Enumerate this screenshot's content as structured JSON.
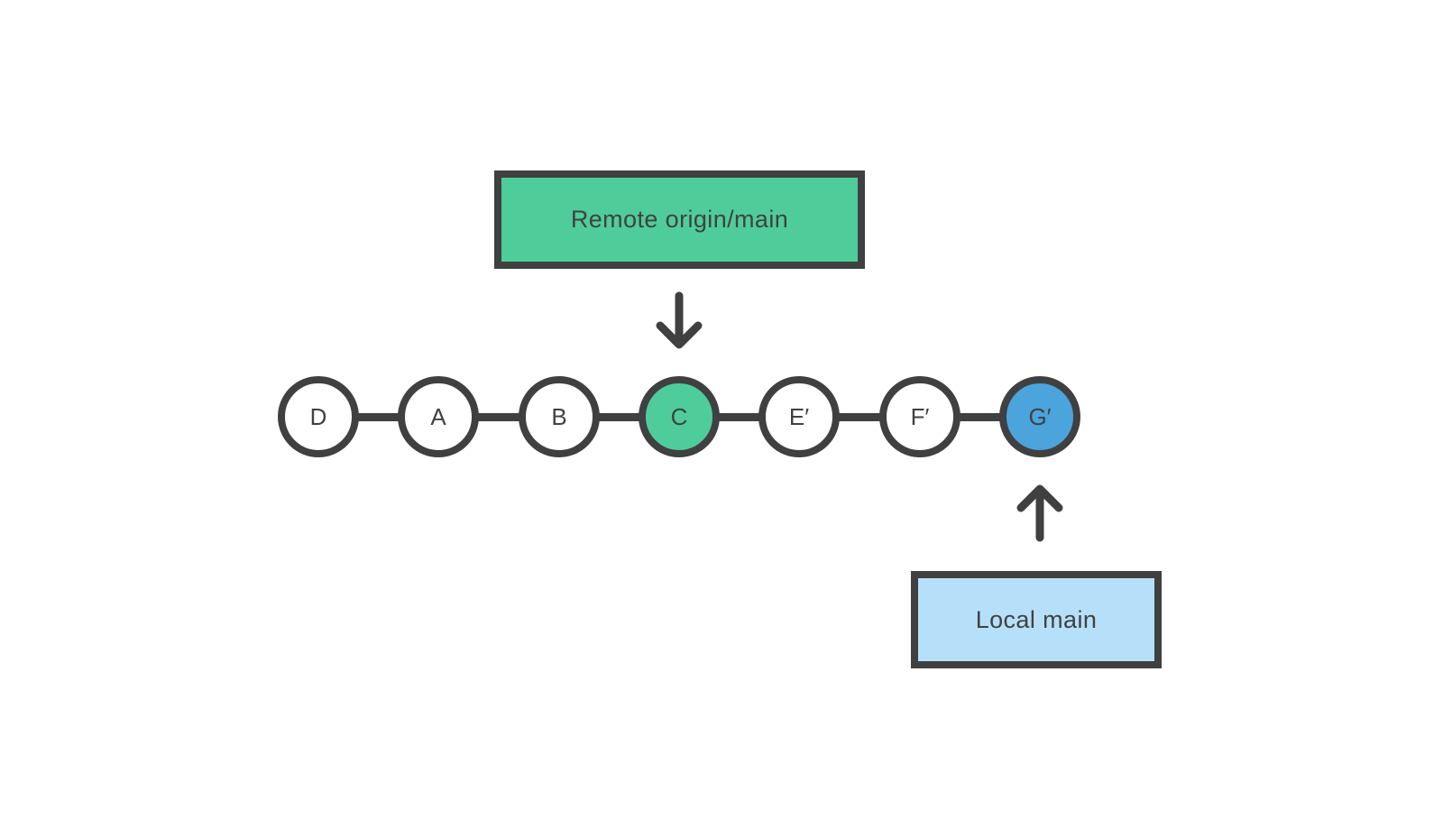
{
  "diagram": {
    "remote_branch": {
      "label": "Remote origin/main"
    },
    "local_branch": {
      "label": "Local main"
    },
    "commits": [
      {
        "id": "D",
        "highlight": "none"
      },
      {
        "id": "A",
        "highlight": "none"
      },
      {
        "id": "B",
        "highlight": "none"
      },
      {
        "id": "C",
        "highlight": "remote"
      },
      {
        "id": "E′",
        "highlight": "none"
      },
      {
        "id": "F′",
        "highlight": "none"
      },
      {
        "id": "G′",
        "highlight": "local"
      }
    ],
    "icons": {
      "remote_pointer": "arrow-down",
      "local_pointer": "arrow-up"
    },
    "colors": {
      "background": "#FFFFFF",
      "dark": "#404040",
      "text": "#414141",
      "remote_green": "#4ECD9B",
      "local_blue": "#4BA4DC",
      "local_box_blue": "#B6E0FA",
      "node_white": "#FFFFFF"
    }
  }
}
